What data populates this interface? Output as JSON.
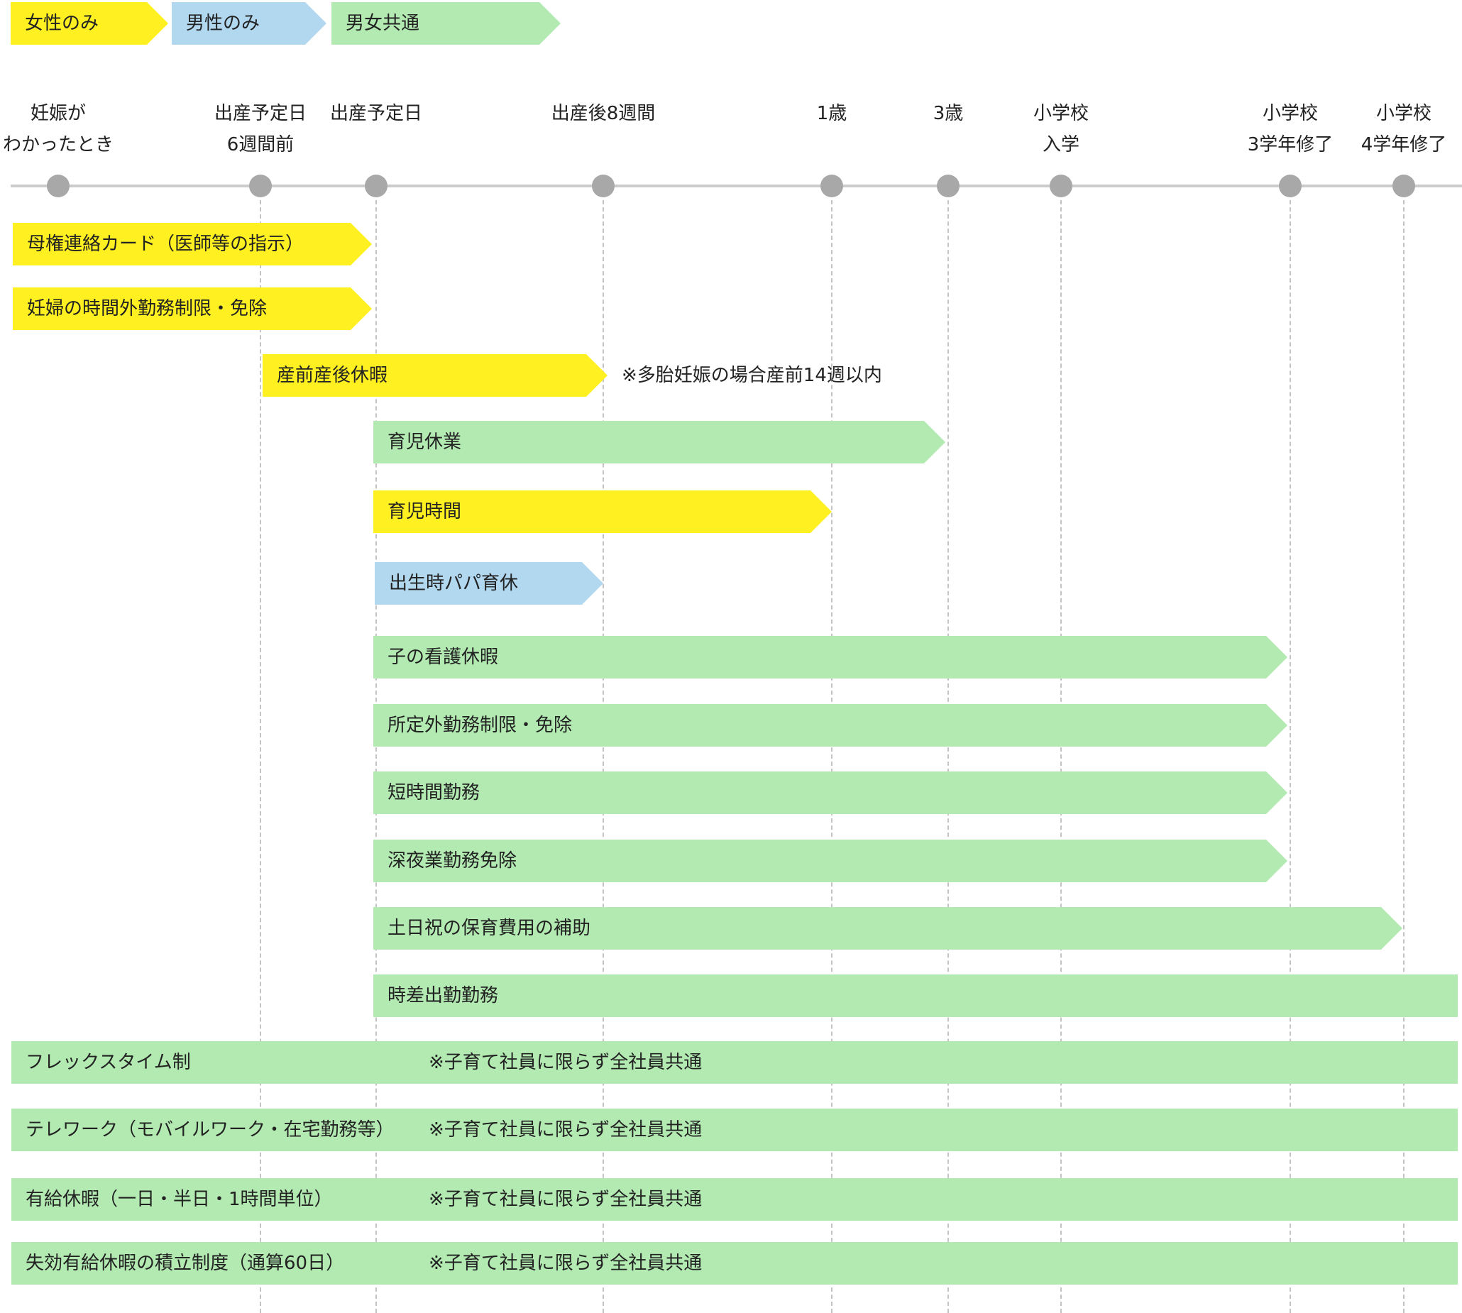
{
  "legend": {
    "female_only": "女性のみ",
    "male_only": "男性のみ",
    "both": "男女共通"
  },
  "milestones": [
    {
      "line1": "妊娠が",
      "line2": "わかったとき"
    },
    {
      "line1": "出産予定日",
      "line2": "6週間前"
    },
    {
      "line1": "出産予定日",
      "line2": ""
    },
    {
      "line1": "出産後8週間",
      "line2": ""
    },
    {
      "line1": "1歳",
      "line2": ""
    },
    {
      "line1": "3歳",
      "line2": ""
    },
    {
      "line1": "小学校",
      "line2": "入学"
    },
    {
      "line1": "小学校",
      "line2": "3学年修了"
    },
    {
      "line1": "小学校",
      "line2": "4学年修了"
    }
  ],
  "programs": [
    {
      "label": "母権連絡カード（医師等の指示）",
      "category": "female_only",
      "note": ""
    },
    {
      "label": "妊婦の時間外勤務制限・免除",
      "category": "female_only",
      "note": ""
    },
    {
      "label": "産前産後休暇",
      "category": "female_only",
      "note": "※多胎妊娠の場合産前14週以内"
    },
    {
      "label": "育児休業",
      "category": "both",
      "note": ""
    },
    {
      "label": "育児時間",
      "category": "female_only",
      "note": ""
    },
    {
      "label": "出生時パパ育休",
      "category": "male_only",
      "note": ""
    },
    {
      "label": "子の看護休暇",
      "category": "both",
      "note": ""
    },
    {
      "label": "所定外勤務制限・免除",
      "category": "both",
      "note": ""
    },
    {
      "label": "短時間勤務",
      "category": "both",
      "note": ""
    },
    {
      "label": "深夜業勤務免除",
      "category": "both",
      "note": ""
    },
    {
      "label": "土日祝の保育費用の補助",
      "category": "both",
      "note": ""
    },
    {
      "label": "時差出勤勤務",
      "category": "both",
      "note": ""
    },
    {
      "label": "フレックスタイム制",
      "category": "both",
      "note": "※子育て社員に限らず全社員共通"
    },
    {
      "label": "テレワーク（モバイルワーク・在宅勤務等）",
      "category": "both",
      "note": "※子育て社員に限らず全社員共通"
    },
    {
      "label": "有給休暇（一日・半日・1時間単位）",
      "category": "both",
      "note": "※子育て社員に限らず全社員共通"
    },
    {
      "label": "失効有給休暇の積立制度（通算60日）",
      "category": "both",
      "note": "※子育て社員に限らず全社員共通"
    }
  ],
  "colors": {
    "female_only": "#fff021",
    "male_only": "#b2d8f0",
    "both": "#b2eab2",
    "timeline": "#cccccc",
    "dot": "#a8a8a8"
  }
}
